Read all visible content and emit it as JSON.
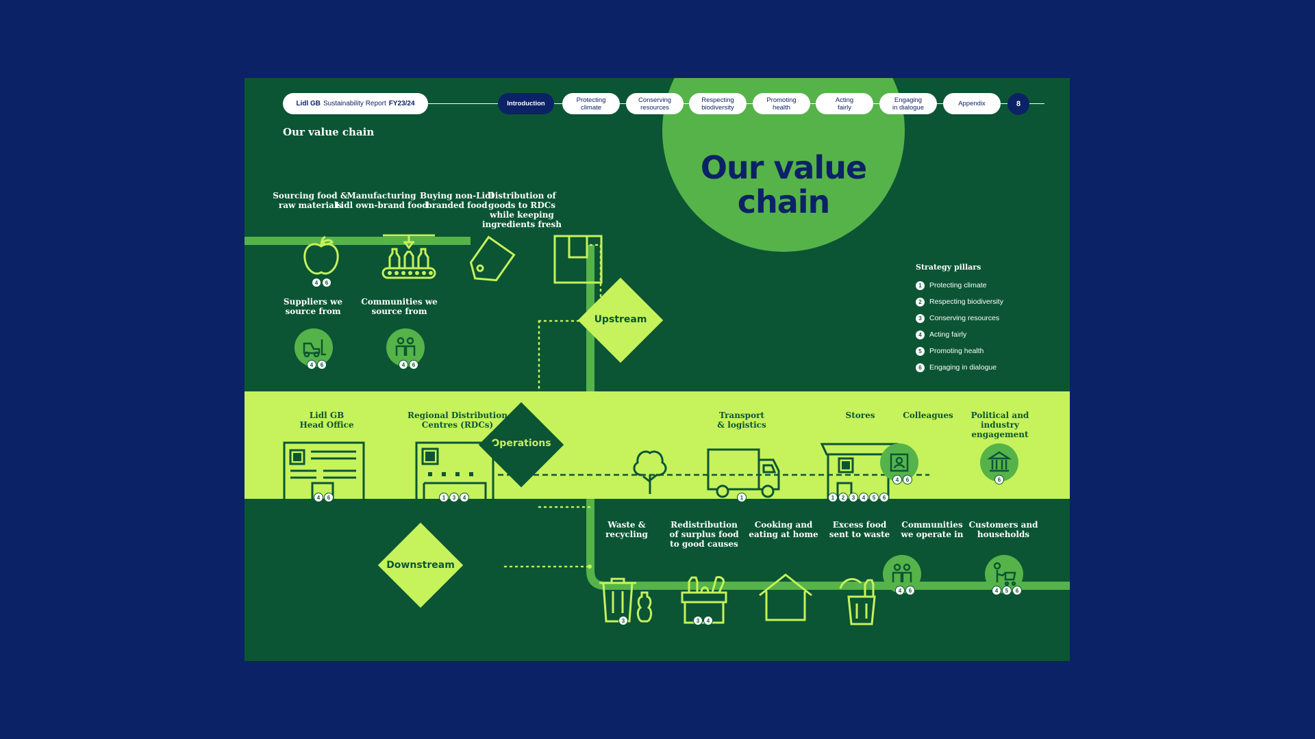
{
  "header": {
    "report_brand": "Lidl GB",
    "report_name": "Sustainability Report",
    "report_year": "FY23/24",
    "nav": [
      {
        "label": "Introduction",
        "active": true
      },
      {
        "label": "Protecting\nclimate",
        "active": false
      },
      {
        "label": "Conserving\nresources",
        "active": false
      },
      {
        "label": "Respecting\nbiodiversity",
        "active": false
      },
      {
        "label": "Promoting\nhealth",
        "active": false
      },
      {
        "label": "Acting\nfairly",
        "active": false
      },
      {
        "label": "Engaging\nin dialogue",
        "active": false
      },
      {
        "label": "Appendix",
        "active": false
      }
    ],
    "page_number": "8"
  },
  "page_title": "Our value chain",
  "big_title": "Our value\nchain",
  "stages": {
    "upstream": "Upstream",
    "operations": "Operations",
    "downstream": "Downstream"
  },
  "strategy_pillars": {
    "title": "Strategy pillars",
    "items": [
      {
        "num": "1",
        "label": "Protecting climate"
      },
      {
        "num": "2",
        "label": "Respecting biodiversity"
      },
      {
        "num": "3",
        "label": "Conserving resources"
      },
      {
        "num": "4",
        "label": "Acting fairly"
      },
      {
        "num": "5",
        "label": "Promoting health"
      },
      {
        "num": "6",
        "label": "Engaging in dialogue"
      }
    ]
  },
  "upstream_items": [
    {
      "label": "Sourcing food &\nraw materials",
      "icon": "apple-icon",
      "badges": [
        "4",
        "6"
      ]
    },
    {
      "label": "Manufacturing\nLidl own-brand food",
      "icon": "factory-bottles-icon",
      "badges": []
    },
    {
      "label": "Buying non-Lidl\nbranded food",
      "icon": "price-tag-icon",
      "badges": []
    },
    {
      "label": "Distribution of\ngoods to RDCs\nwhile keeping\ningredients fresh",
      "icon": "box-icon",
      "badges": []
    }
  ],
  "upstream_people": [
    {
      "label": "Suppliers we\nsource from",
      "icon": "forklift-icon",
      "badges": [
        "4",
        "6"
      ]
    },
    {
      "label": "Communities we\nsource from",
      "icon": "people-icon",
      "badges": [
        "4",
        "6"
      ]
    }
  ],
  "operations_items": [
    {
      "label": "Lidl GB\nHead Office",
      "icon": "office-building-icon",
      "badges": [
        "4",
        "6"
      ]
    },
    {
      "label": "Regional Distribution\nCentres (RDCs)",
      "icon": "warehouse-icon",
      "badges": [
        "1",
        "3",
        "4"
      ]
    },
    {
      "label": "Transport\n& logistics",
      "icon": "truck-icon",
      "badges": [
        "1"
      ]
    },
    {
      "label": "Stores",
      "icon": "store-icon",
      "badges": [
        "1",
        "2",
        "3",
        "4",
        "5",
        "6"
      ]
    },
    {
      "label": "Colleagues",
      "icon": "colleague-badge-icon",
      "badges": [
        "4",
        "6"
      ]
    },
    {
      "label": "Political and\nindustry\nengagement",
      "icon": "government-building-icon",
      "badges": [
        "6"
      ]
    }
  ],
  "downstream_items": [
    {
      "label": "Waste &\nrecycling",
      "icon": "bin-icon",
      "badges": [
        "3"
      ]
    },
    {
      "label": "Redistribution\nof surplus food\nto good causes",
      "icon": "food-crate-icon",
      "badges": [
        "3",
        "4"
      ]
    },
    {
      "label": "Cooking and\neating at home",
      "icon": "home-icon",
      "badges": []
    },
    {
      "label": "Excess food\nsent to waste",
      "icon": "food-waste-icon",
      "badges": []
    },
    {
      "label": "Communities\nwe operate in",
      "icon": "people-icon",
      "badges": [
        "4",
        "6"
      ]
    },
    {
      "label": "Customers and\nhouseholds",
      "icon": "shopping-trolley-icon",
      "badges": [
        "4",
        "5",
        "6"
      ]
    }
  ],
  "colors": {
    "page_bg": "#0c2266",
    "panel_green": "#0b5534",
    "accent_lime": "#c6f25c",
    "mid_green": "#56b34a",
    "navy": "#0c2266"
  }
}
